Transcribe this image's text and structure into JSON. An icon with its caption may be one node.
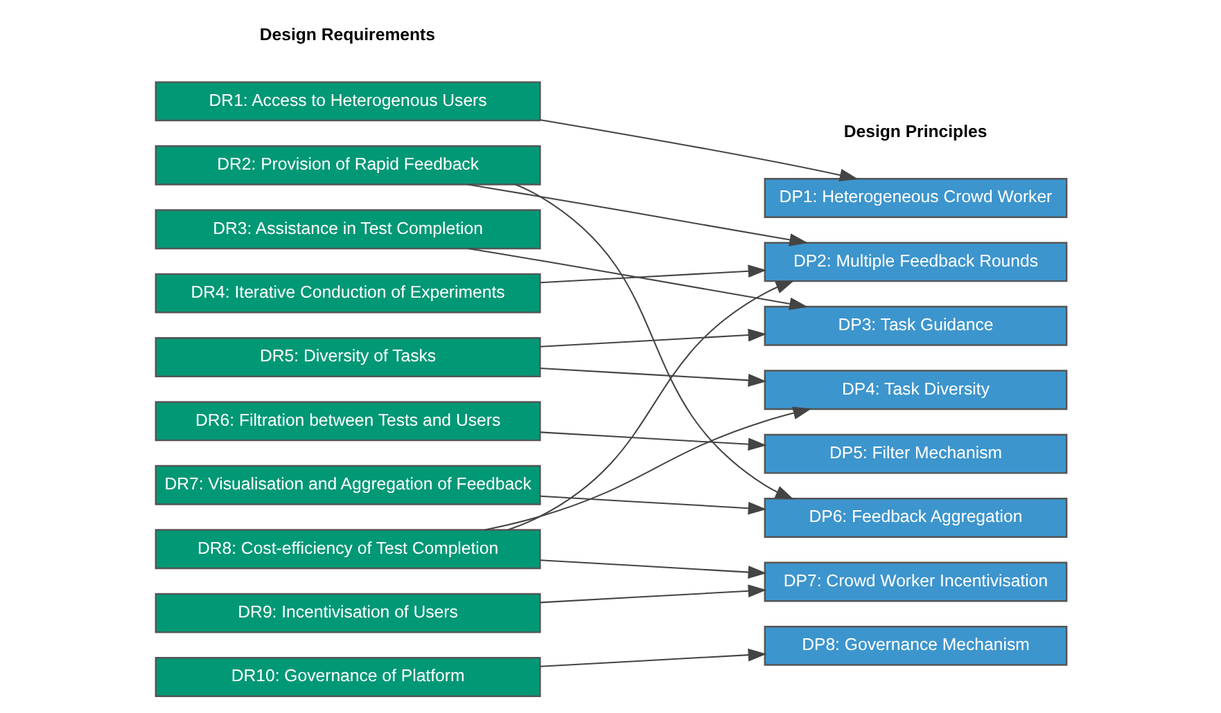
{
  "diagram": {
    "nodes": [
      {
        "text": [
          "DR1: Access to Heterogenous Users"
        ]
      },
      {
        "text": [
          "DR2: Provision of Rapid Feedback"
        ]
      },
      {
        "text": [
          "DR3: Assistance in Test Completion"
        ]
      },
      {
        "text": [
          "DR4: Iterative Conduction of Experiments"
        ]
      },
      {
        "text": [
          "DR5: Diversity of Tasks"
        ]
      },
      {
        "text": [
          "DR6: Filtration between Tests and Users"
        ]
      },
      {
        "text": [
          "DR7: Visualisation and Aggregation of Feedback"
        ]
      },
      {
        "text": [
          "DR8: Cost-efficiency of Test Completion"
        ]
      },
      {
        "text": [
          "DR9: Incentivisation of Users"
        ]
      },
      {
        "text": [
          "DR10: Governance of Platform"
        ]
      },
      {
        "text": [
          "DP1: Heterogeneous Crowd Worker"
        ]
      },
      {
        "text": [
          "DP2: Multiple Feedback Rounds"
        ]
      },
      {
        "text": [
          "DP3: Task Guidance"
        ]
      },
      {
        "text": [
          "DP4: Task Diversity"
        ]
      },
      {
        "text": [
          "DP5: Filter Mechanism"
        ]
      },
      {
        "text": [
          "DP6: Feedback Aggregation"
        ]
      },
      {
        "text": [
          "DP7: Crowd Worker Incentivisation"
        ]
      },
      {
        "text": [
          "DP8: Governance Mechanism"
        ]
      }
    ],
    "edges": [
      {
        "from": 0,
        "to": 10,
        "arrow": "to"
      },
      {
        "from": 1,
        "to": 11,
        "arrow": "to"
      },
      {
        "from": 1,
        "to": 15,
        "arrow": "to"
      },
      {
        "from": 2,
        "to": 12,
        "arrow": "to"
      },
      {
        "from": 3,
        "to": 11,
        "arrow": "to"
      },
      {
        "from": 4,
        "to": 12,
        "arrow": "to"
      },
      {
        "from": 4,
        "to": 13,
        "arrow": "to"
      },
      {
        "from": 5,
        "to": 14,
        "arrow": "to"
      },
      {
        "from": 6,
        "to": 15,
        "arrow": "to"
      },
      {
        "from": 7,
        "to": 11,
        "arrow": "to"
      },
      {
        "from": 7,
        "to": 13,
        "arrow": "to"
      },
      {
        "from": 7,
        "to": 16,
        "arrow": "to"
      },
      {
        "from": 8,
        "to": 16,
        "arrow": "to"
      },
      {
        "from": 9,
        "to": 17,
        "arrow": "to"
      }
    ],
    "labels": [
      "Design Requirements",
      "Design Principles"
    ]
  }
}
